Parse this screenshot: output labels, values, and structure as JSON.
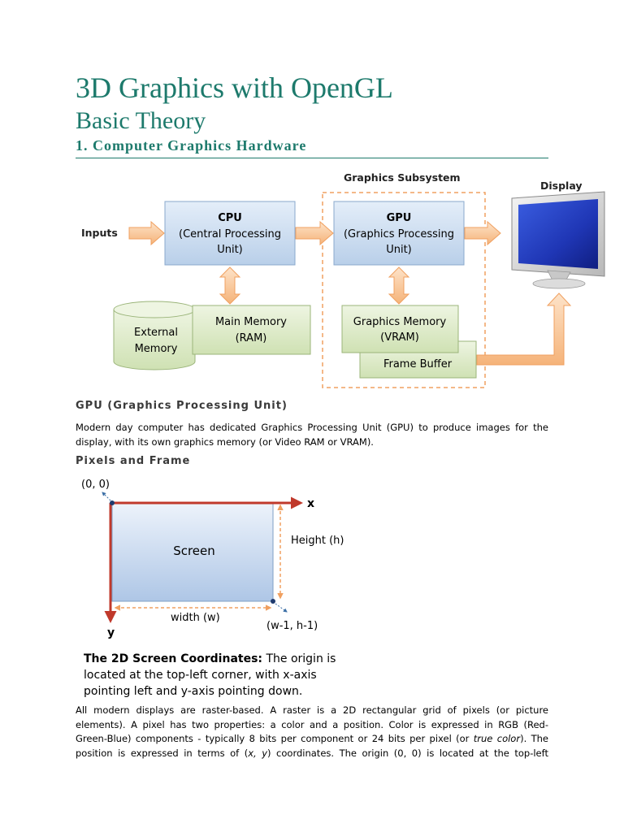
{
  "heading": {
    "title": "3D Graphics with OpenGL",
    "subtitle": "Basic Theory",
    "section": "1.  Computer Graphics Hardware"
  },
  "hardware_diagram": {
    "subsystem_label": "Graphics Subsystem",
    "display_label": "Display",
    "inputs_label": "Inputs",
    "cpu": {
      "title": "CPU",
      "line1": "(Central Processing",
      "line2": "Unit)"
    },
    "gpu": {
      "title": "GPU",
      "line1": "(Graphics Processing",
      "line2": "Unit)"
    },
    "external_memory": {
      "line1": "External",
      "line2": "Memory"
    },
    "main_memory": {
      "line1": "Main Memory",
      "line2": "(RAM)"
    },
    "graphics_memory": {
      "line1": "Graphics Memory",
      "line2": "(VRAM)"
    },
    "frame_buffer": "Frame Buffer"
  },
  "gpu_section": {
    "heading": "GPU (Graphics Processing Unit)",
    "line1": "Modern day computer has dedicated Graphics Processing Unit (GPU) to produce images for the",
    "line2": "display, with its own graphics memory (or Video RAM or VRAM)."
  },
  "pixels_heading": "Pixels and Frame",
  "screen_diagram": {
    "origin_label": "(0, 0)",
    "x_label": "x",
    "y_label": "y",
    "screen_label": "Screen",
    "height_label": "Height (h)",
    "width_label": "width (w)",
    "corner_label": "(w-1, h-1)"
  },
  "caption": {
    "bold": "The 2D Screen Coordinates:",
    "line1_rest": " The origin is",
    "line2": "located at the top-left corner, with x-axis",
    "line3": "pointing left and y-axis pointing down."
  },
  "body_paragraph": {
    "line1": "All modern displays are raster-based. A raster is a 2D rectangular grid of pixels (or picture",
    "line2": "elements). A pixel has two properties: a color and a position. Color is expressed in RGB (Red-",
    "line3_before": "Green-Blue) components - typically 8 bits per component or 24 bits per pixel (or ",
    "line3_italic": "true color",
    "line3_after": "). The",
    "line4_before": "position is expressed in terms of (",
    "line4_italic": "x, y",
    "line4_after": ") coordinates. The origin (0, 0) is located at the top-left"
  },
  "colors": {
    "heading_teal": "#1d7a6c",
    "box_blue": "#c6d9ef",
    "box_green": "#dbe9c4",
    "arrow_orange": "#f7c08a",
    "axis_red": "#c0392b"
  }
}
